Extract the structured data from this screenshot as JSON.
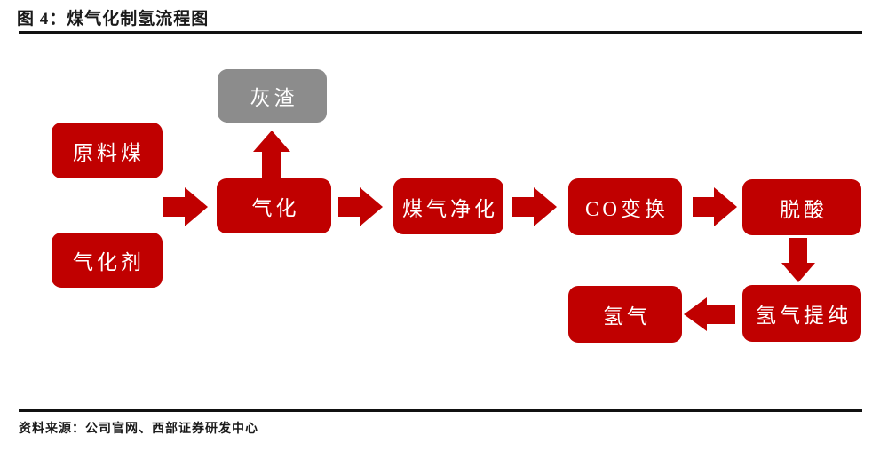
{
  "figure": {
    "title": "图 4：煤气化制氢流程图",
    "source": "资料来源：公司官网、西部证券研发中心"
  },
  "colors": {
    "box_red": "#c00000",
    "box_gray": "#8c8c8c",
    "arrow_red": "#c00000",
    "rule_black": "#111111",
    "label_white": "#ffffff",
    "text_dark": "#1a1a1a"
  },
  "diagram": {
    "nodes": [
      {
        "id": "raw-coal",
        "label": "原料煤",
        "color": "red"
      },
      {
        "id": "gasifying-agent",
        "label": "气化剂",
        "color": "red"
      },
      {
        "id": "ash-residue",
        "label": "灰渣",
        "color": "gray"
      },
      {
        "id": "gasification",
        "label": "气化",
        "color": "red"
      },
      {
        "id": "gas-purification",
        "label": "煤气净化",
        "color": "red"
      },
      {
        "id": "co-shift",
        "label": "CO变换",
        "color": "red"
      },
      {
        "id": "deacidification",
        "label": "脱酸",
        "color": "red"
      },
      {
        "id": "hydrogen-purification",
        "label": "氢气提纯",
        "color": "red"
      },
      {
        "id": "hydrogen",
        "label": "氢气",
        "color": "red"
      }
    ],
    "connections": [
      {
        "from": "原料煤、气化剂",
        "to": "气化",
        "direction": "right"
      },
      {
        "from": "气化",
        "to": "灰渣",
        "direction": "up"
      },
      {
        "from": "气化",
        "to": "煤气净化",
        "direction": "right"
      },
      {
        "from": "煤气净化",
        "to": "CO变换",
        "direction": "right"
      },
      {
        "from": "CO变换",
        "to": "脱酸",
        "direction": "right"
      },
      {
        "from": "脱酸",
        "to": "氢气提纯",
        "direction": "down"
      },
      {
        "from": "氢气提纯",
        "to": "氢气",
        "direction": "left"
      }
    ]
  }
}
